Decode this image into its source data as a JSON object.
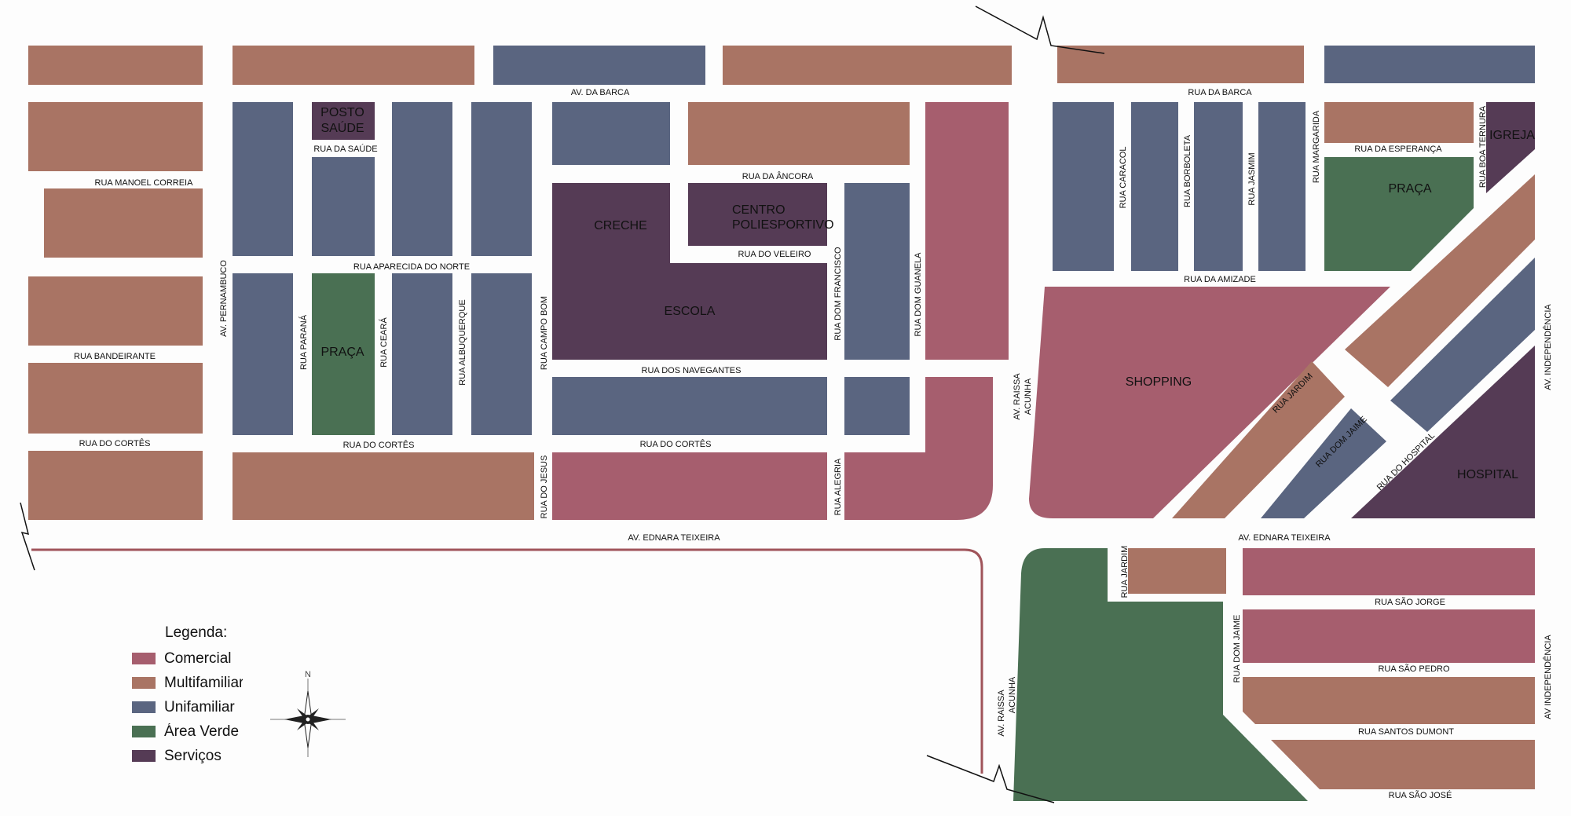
{
  "colors": {
    "comercial": "#a65e6e",
    "multifamiliar": "#a97464",
    "unifamiliar": "#5a6580",
    "area_verde": "#4a7053",
    "servicos": "#553b55",
    "road_edge": "#a0545a",
    "background": "#fdfdfd"
  },
  "legend": {
    "title": "Legenda:",
    "items": [
      {
        "label": "Comercial",
        "color": "#a65e6e"
      },
      {
        "label": "Multifamiliar",
        "color": "#a97464"
      },
      {
        "label": "Unifamiliar",
        "color": "#5a6580"
      },
      {
        "label": "Área Verde",
        "color": "#4a7053"
      },
      {
        "label": "Serviços",
        "color": "#553b55"
      }
    ]
  },
  "compass": {
    "north": "N"
  },
  "blocks": {
    "posto": [
      "POSTO",
      "SAÚDE"
    ],
    "praca1": "PRAÇA",
    "creche": "CRECHE",
    "centro": [
      "CENTRO",
      "POLIESPORTIVO"
    ],
    "escola": "ESCOLA",
    "igreja": "IGREJA",
    "praca2": "PRAÇA",
    "shopping": "SHOPPING",
    "hospital": "HOSPITAL"
  },
  "streets": {
    "av_da_barca": "AV. DA BARCA",
    "rua_da_barca": "RUA DA BARCA",
    "rua_manoel_correia": "RUA MANOEL CORREIA",
    "rua_da_saude": "RUA DA SAÚDE",
    "rua_aparecida": "RUA APARECIDA DO NORTE",
    "av_pernambuco": "AV. PERNAMBUCO",
    "rua_bandeirante": "RUA BANDEIRANTE",
    "rua_do_cortes": "RUA DO CORTÊS",
    "rua_parana": "RUA PARANÁ",
    "rua_ceara": "RUA CEARÁ",
    "rua_albuquerque": "RUA ALBUQUERQUE",
    "rua_campo_bom": "RUA CAMPO BOM",
    "rua_da_ancora": "RUA DA ÂNCORA",
    "rua_do_veleiro": "RUA DO VELEIRO",
    "rua_dom_francisco": "RUA DOM FRANCISCO",
    "rua_dom_guanela": "RUA DOM GUANELA",
    "rua_dos_navegantes": "RUA DOS NAVEGANTES",
    "rua_do_jesus": "RUA DO JESUS",
    "rua_alegria": "RUA ALEGRIA",
    "av_ednara_teixeira": "AV. EDNARA TEIXEIRA",
    "av_raissa_acunha_1": "AV. RAISSA",
    "av_raissa_acunha_2": "ACUNHA",
    "rua_caracol": "RUA CARACOL",
    "rua_borboleta": "RUA BORBOLETA",
    "rua_jasmim": "RUA JASMIM",
    "rua_margarida": "RUA MARGARIDA",
    "rua_da_esperanca": "RUA DA ESPERANÇA",
    "rua_boa_ternura": "RUA BOA TERNURA",
    "rua_da_amizade": "RUA DA AMIZADE",
    "av_independencia": "AV. INDEPENDÊNCIA",
    "rua_jardim": "RUA JARDIM",
    "rua_dom_jaime": "RUA DOM JAIME",
    "rua_do_hospital": "RUA DO HOSPITAL",
    "rua_sao_jorge": "RUA SÃO JORGE",
    "rua_sao_pedro": "RUA SÃO PEDRO",
    "rua_santos_dumont": "RUA SANTOS DUMONT",
    "rua_sao_jose": "RUA SÃO JOSÉ",
    "av_independencia_2": "AV INDEPENDÊNCIA"
  }
}
